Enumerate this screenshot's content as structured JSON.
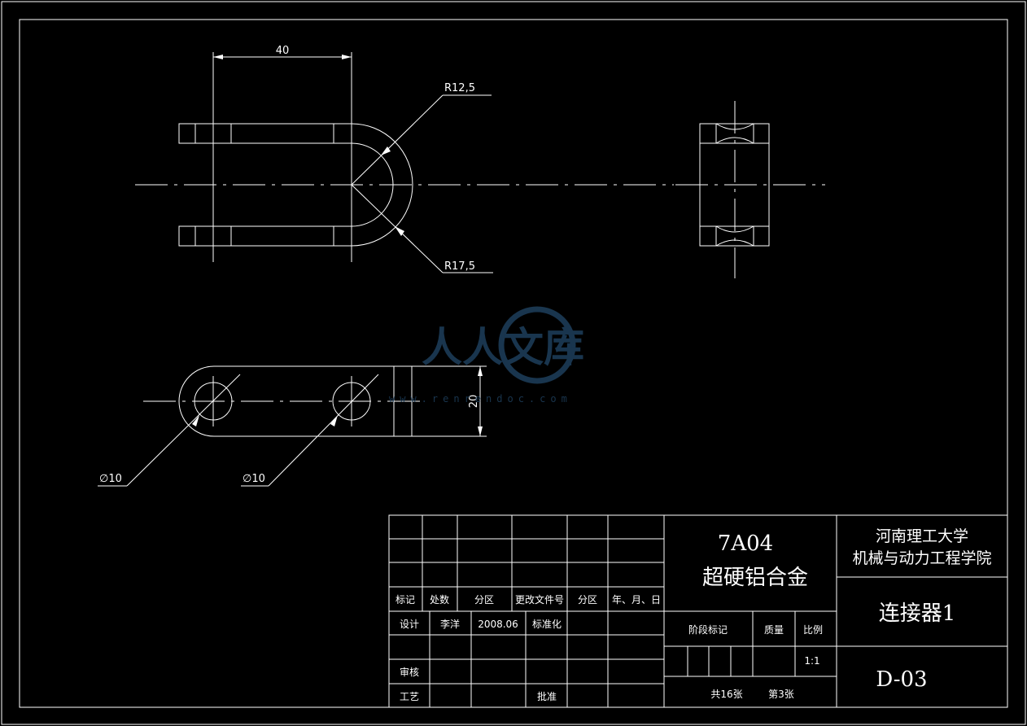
{
  "dimensions": {
    "width_40": "40",
    "radius_inner": "R12,5",
    "radius_outer": "R17,5",
    "hole_left": "∅10",
    "hole_right": "∅10",
    "height_20": "20"
  },
  "watermark": {
    "text": "人人文库",
    "url": "www.renrendoc.com"
  },
  "title_block": {
    "revision_header": {
      "mark": "标记",
      "count": "处数",
      "zone": "分区",
      "doc_no": "更改文件号",
      "zone2": "分区",
      "date": "年、月、日"
    },
    "design_label": "设计",
    "designer": "李洋",
    "design_date": "2008.06",
    "standardize_label": "标准化",
    "review_label": "审核",
    "process_label": "工艺",
    "approve_label": "批准",
    "material_code": "7A04",
    "material_name": "超硬铝合金",
    "stage_label": "阶段标记",
    "mass_label": "质量",
    "scale_label": "比例",
    "scale_value": "1:1",
    "sheet_total": "共16张",
    "sheet_no": "第3张",
    "school_line1": "河南理工大学",
    "school_line2": "机械与动力工程学院",
    "part_name": "连接器1",
    "drawing_no": "D-03"
  }
}
